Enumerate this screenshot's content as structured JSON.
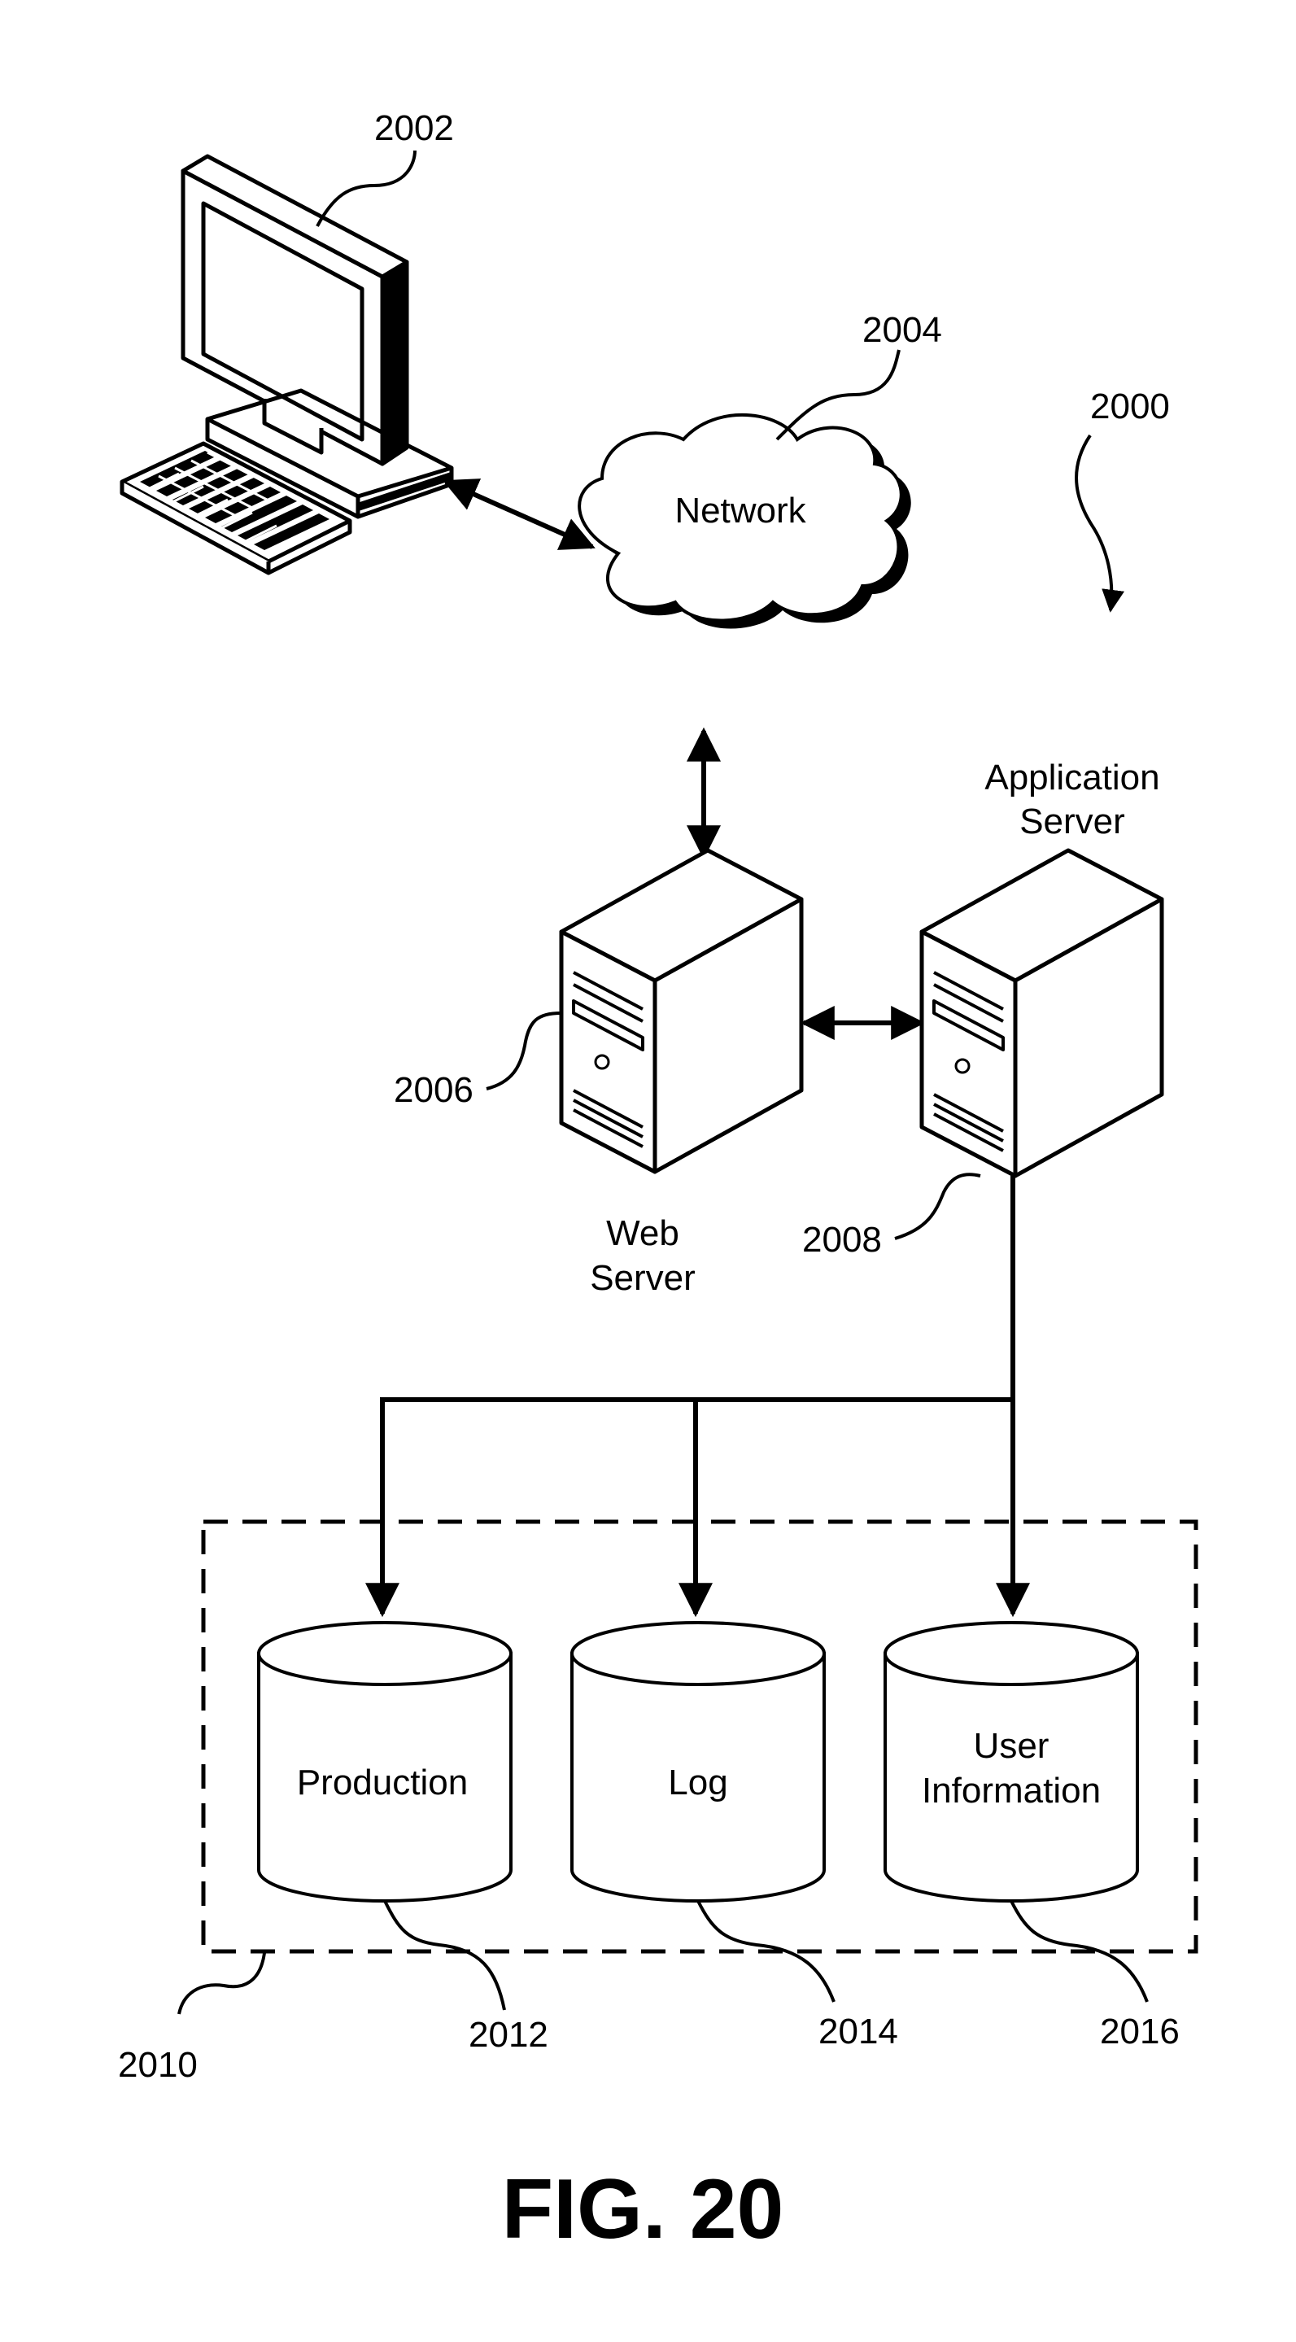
{
  "diagram": {
    "figure_label": "FIG. 20",
    "ref_system": "2000",
    "nodes": {
      "computer": {
        "ref": "2002",
        "icon": "desktop-computer-icon"
      },
      "network": {
        "ref": "2004",
        "label": "Network",
        "icon": "cloud-icon"
      },
      "web_server": {
        "ref": "2006",
        "label_line1": "Web",
        "label_line2": "Server",
        "icon": "server-tower-icon"
      },
      "app_server": {
        "ref": "2008",
        "label_line1": "Application",
        "label_line2": "Server",
        "icon": "server-tower-icon"
      },
      "data_store": {
        "ref": "2010"
      },
      "production_db": {
        "ref": "2012",
        "label": "Production",
        "icon": "database-cylinder-icon"
      },
      "log_db": {
        "ref": "2014",
        "label": "Log",
        "icon": "database-cylinder-icon"
      },
      "user_info_db": {
        "ref": "2016",
        "label_line1": "User",
        "label_line2": "Information",
        "icon": "database-cylinder-icon"
      }
    },
    "edges": [
      {
        "from": "computer",
        "to": "network",
        "direction": "both"
      },
      {
        "from": "network",
        "to": "web_server",
        "direction": "both"
      },
      {
        "from": "web_server",
        "to": "app_server",
        "direction": "both"
      },
      {
        "from": "app_server",
        "to": "production_db",
        "direction": "forward"
      },
      {
        "from": "app_server",
        "to": "log_db",
        "direction": "forward"
      },
      {
        "from": "app_server",
        "to": "user_info_db",
        "direction": "forward"
      }
    ]
  }
}
